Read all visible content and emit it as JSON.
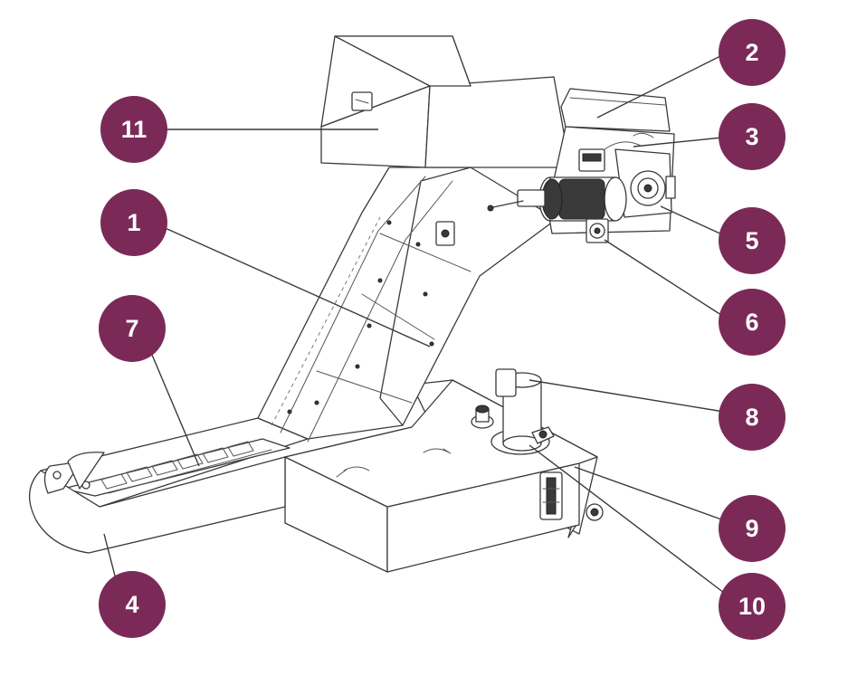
{
  "colors": {
    "badge": "#7b2a58",
    "line": "#3a3a3a",
    "background": "#ffffff"
  },
  "callouts": [
    {
      "label": "1"
    },
    {
      "label": "2"
    },
    {
      "label": "3"
    },
    {
      "label": "4"
    },
    {
      "label": "5"
    },
    {
      "label": "6"
    },
    {
      "label": "7"
    },
    {
      "label": "8"
    },
    {
      "label": "9"
    },
    {
      "label": "10"
    },
    {
      "label": "11"
    }
  ]
}
